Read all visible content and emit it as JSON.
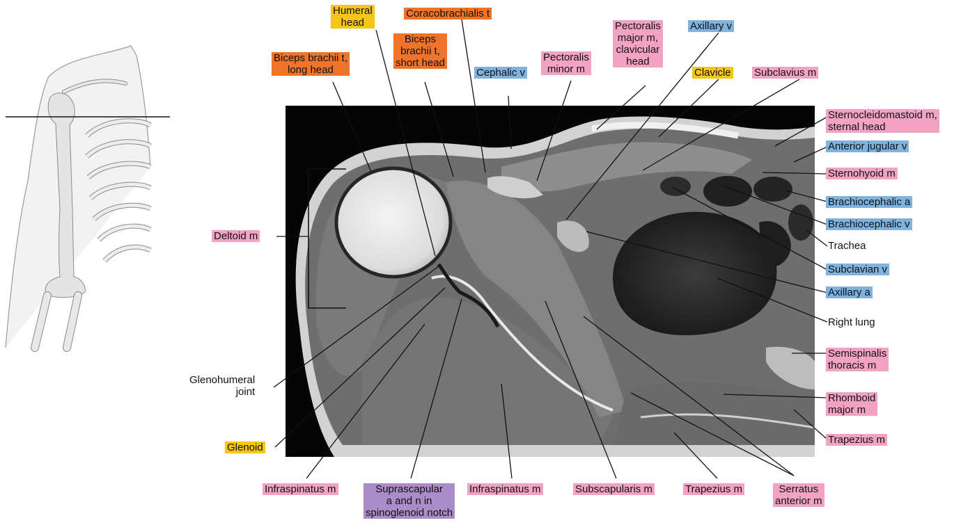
{
  "colors": {
    "pink": "#f2a3c4",
    "blue": "#7fb2dd",
    "yellow": "#f5c518",
    "orange": "#f0732a",
    "purple": "#a98cc8",
    "leader": "#111111"
  },
  "labels": {
    "humeral_head": "Humeral\nhead",
    "coracobrachialis": "Coracobrachialis t",
    "biceps_long": "Biceps  brachii t,\nlong head",
    "biceps_short": "Biceps\nbrachii t,\nshort head",
    "cephalic": "Cephalic v",
    "pect_minor": "Pectoralis\nminor m",
    "pect_major": "Pectoralis\nmajor m,\nclavicular\nhead",
    "axillary_v": "Axillary v",
    "clavicle": "Clavicle",
    "subclavius": "Subclavius m",
    "scm": "Sternocleidomastoid m,\nsternal head",
    "ant_jugular": "Anterior jugular v",
    "sternohyoid": "Sternohyoid m",
    "brachio_a": "Brachiocephalic a",
    "brachio_v": "Brachiocephalic v",
    "trachea": "Trachea",
    "subclavian_v": "Subclavian v",
    "axillary_a": "Axillary a",
    "right_lung": "Right lung",
    "semispinalis": "Semispinalis\nthoracis m",
    "rhomboid": "Rhomboid\nmajor m",
    "trapezius_r": "Trapezius m",
    "deltoid": "Deltoid m",
    "glenohumeral": "Glenohumeral\njoint",
    "glenoid": "Glenoid",
    "infra1": "Infraspinatus m",
    "suprascap": "Suprascapular\na and n in\nspinoglenoid notch",
    "infra2": "Infraspinatus m",
    "subscap": "Subscapularis m",
    "trapezius_b": "Trapezius m",
    "serratus": "Serratus\nanterior m"
  }
}
